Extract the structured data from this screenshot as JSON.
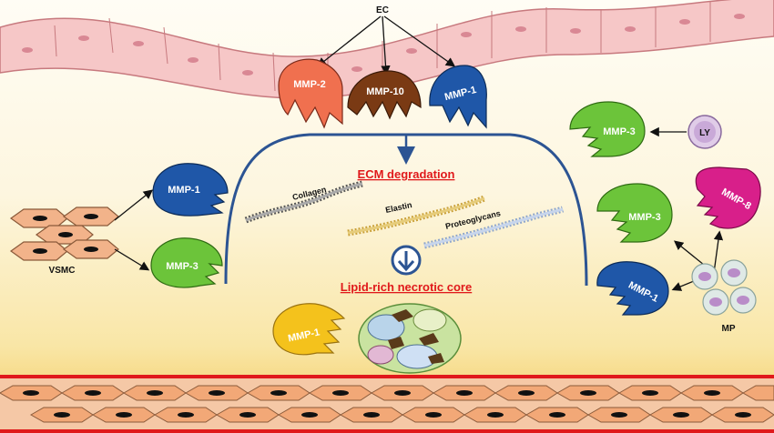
{
  "labels": {
    "ec": "EC",
    "vsmc": "VSMC",
    "ly": "LY",
    "mp": "MP",
    "ecm_degradation": "ECM degradation",
    "lipid_core": "Lipid-rich necrotic core",
    "collagen": "Collagen",
    "elastin": "Elastin",
    "proteoglycans": "Proteoglycans"
  },
  "enzymes": {
    "top_left": "MMP-2",
    "top_center": "MMP-10",
    "top_right": "MMP-1",
    "vsmc_top": "MMP-1",
    "vsmc_bottom": "MMP-3",
    "ly": "MMP-3",
    "mp_left": "MMP-3",
    "mp_right": "MMP-8",
    "mp_bottom": "MMP-1",
    "core": "MMP-1"
  },
  "colors": {
    "mmp2": "#f0704f",
    "mmp10": "#7a3a14",
    "mmp1": "#1f57a8",
    "mmp3": "#6cc43a",
    "mmp8": "#d81f8a",
    "mmp1_core": "#f4c21c",
    "accent_red": "#e0191b",
    "arch": "#2c5493"
  }
}
